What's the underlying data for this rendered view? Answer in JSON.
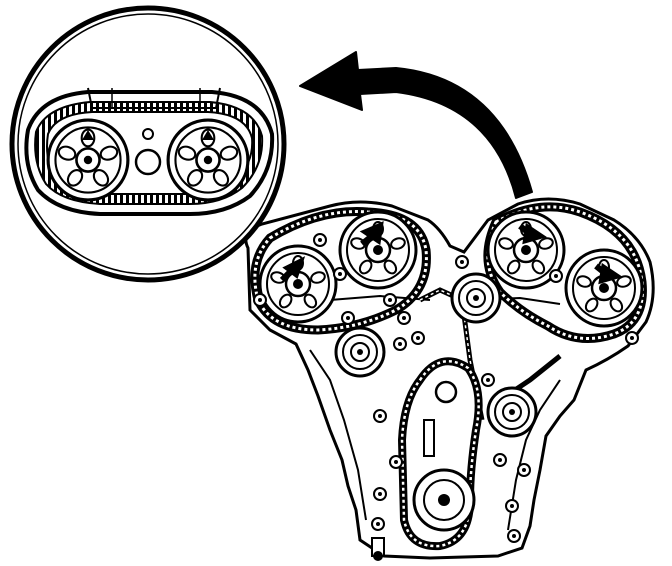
{
  "colors": {
    "ink": "#000000",
    "paper": "#ffffff",
    "shade": "#d8d8d8"
  },
  "figure": {
    "callouts": [
      {
        "name": "cam-mark-left-bank-rear",
        "bank": "left"
      },
      {
        "name": "cam-mark-left-bank-front",
        "bank": "left"
      },
      {
        "name": "cam-mark-right-bank-front",
        "bank": "right"
      },
      {
        "name": "cam-mark-right-bank-rear",
        "bank": "right"
      }
    ],
    "icons": [
      "detail-magnifier-icon",
      "pointer-arrow-icon",
      "alignment-arrow-icon"
    ]
  }
}
